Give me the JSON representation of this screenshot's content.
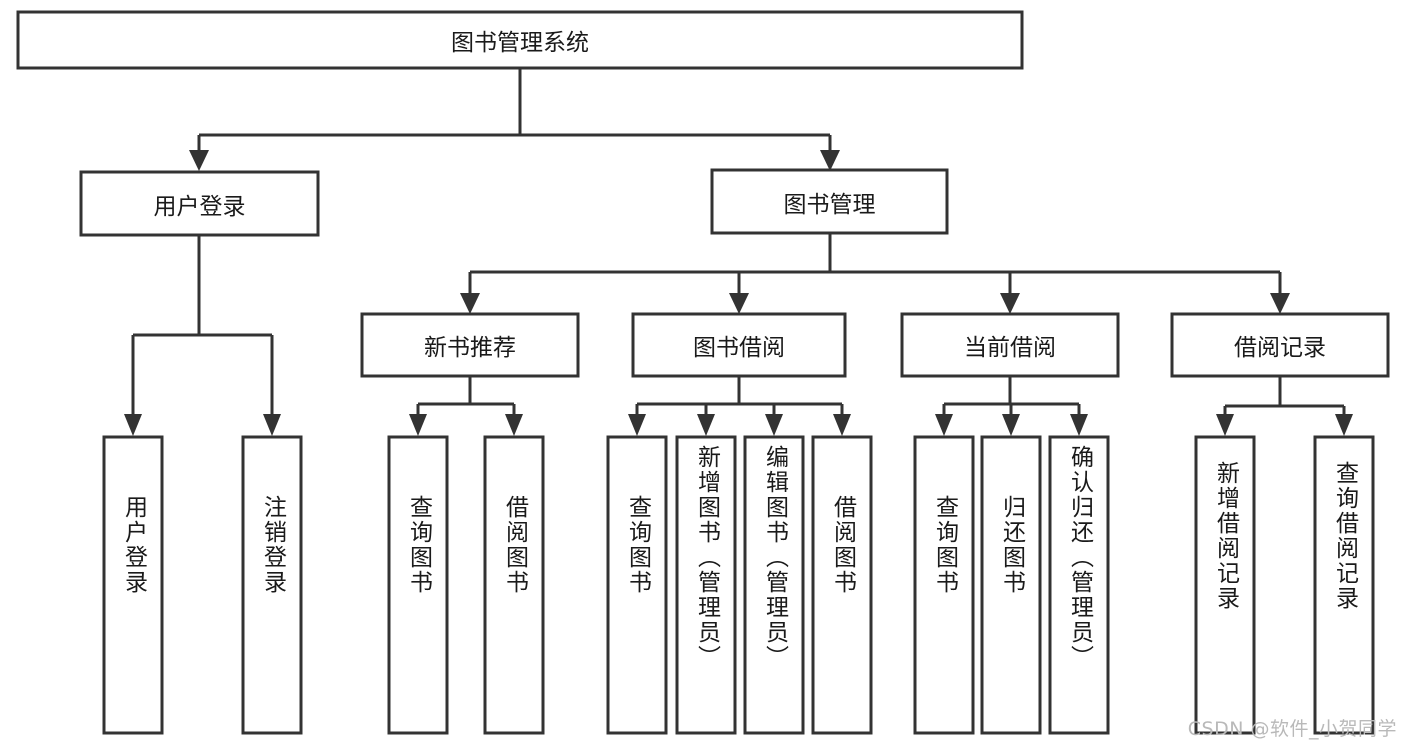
{
  "diagram": {
    "type": "tree-hierarchy",
    "title": "图书管理系统",
    "root": {
      "label": "图书管理系统",
      "children": [
        {
          "label": "用户登录",
          "children": [
            {
              "label": "用户登录"
            },
            {
              "label": "注销登录"
            }
          ]
        },
        {
          "label": "图书管理",
          "children": [
            {
              "label": "新书推荐",
              "children": [
                {
                  "label": "查询图书"
                },
                {
                  "label": "借阅图书"
                }
              ]
            },
            {
              "label": "图书借阅",
              "children": [
                {
                  "label": "查询图书"
                },
                {
                  "label": "新增图书（管理员）"
                },
                {
                  "label": "编辑图书（管理员）"
                },
                {
                  "label": "借阅图书"
                }
              ]
            },
            {
              "label": "当前借阅",
              "children": [
                {
                  "label": "查询图书"
                },
                {
                  "label": "归还图书"
                },
                {
                  "label": "确认归还（管理员）"
                }
              ]
            },
            {
              "label": "借阅记录",
              "children": [
                {
                  "label": "新增借阅记录"
                },
                {
                  "label": "查询借阅记录"
                }
              ]
            }
          ]
        }
      ]
    },
    "nodes": {
      "root": "图书管理系统",
      "user_login": "用户登录",
      "book_manage": "图书管理",
      "new_book_rec": "新书推荐",
      "book_borrow": "图书借阅",
      "current_borrow": "当前借阅",
      "borrow_record": "借阅记录",
      "leaf_user_login": "用户登录",
      "leaf_logout": "注销登录",
      "leaf_query_book_1": "查询图书",
      "leaf_borrow_book_1": "借阅图书",
      "leaf_query_book_2": "查询图书",
      "leaf_add_book": "新增图书（管理员）",
      "leaf_edit_book": "编辑图书（管理员）",
      "leaf_borrow_book_2": "借阅图书",
      "leaf_query_book_3": "查询图书",
      "leaf_return_book": "归还图书",
      "leaf_confirm_return": "确认归还（管理员）",
      "leaf_add_record": "新增借阅记录",
      "leaf_query_record": "查询借阅记录"
    },
    "colors": {
      "box_stroke": "#333333",
      "box_fill": "#ffffff",
      "connector": "#333333",
      "text": "#1a1a1a",
      "background": "#ffffff",
      "watermark": "#b9b9b9"
    }
  },
  "watermark": {
    "text": "CSDN @软件_小贺同学"
  }
}
